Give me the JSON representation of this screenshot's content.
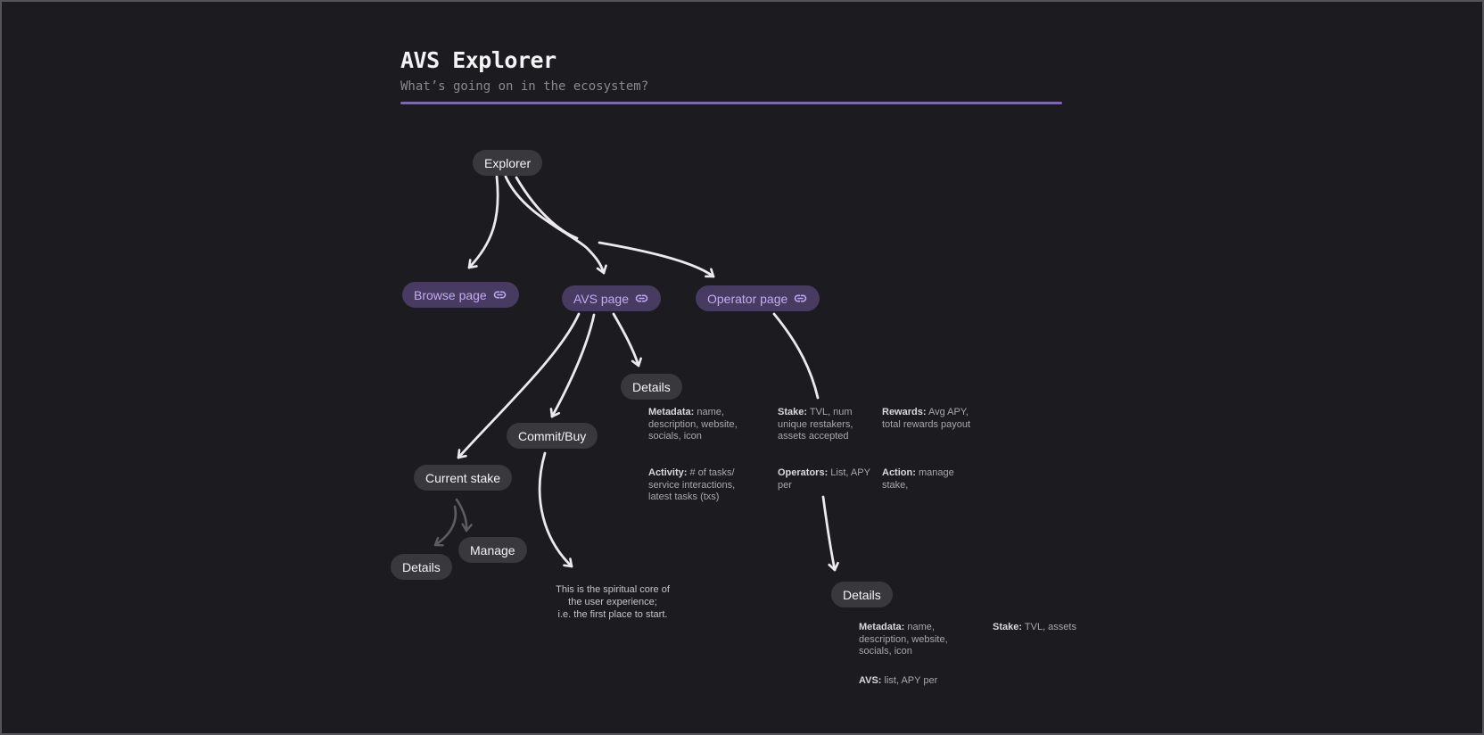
{
  "canvas": {
    "background": "#1c1b1f",
    "border_color": "#56545c"
  },
  "header": {
    "title": "AVS Explorer",
    "subtitle": "What’s going on in the ecosystem?",
    "underline_color": "#7e68ad"
  },
  "nodes": {
    "explorer": {
      "label": "Explorer"
    },
    "browse_page": {
      "label": "Browse page",
      "icon": "link-icon"
    },
    "avs_page": {
      "label": "AVS page",
      "icon": "link-icon"
    },
    "operator_page": {
      "label": "Operator page",
      "icon": "link-icon"
    },
    "avs_details": {
      "label": "Details"
    },
    "commit_buy": {
      "label": "Commit/Buy"
    },
    "current_stake": {
      "label": "Current stake"
    },
    "manage": {
      "label": "Manage"
    },
    "stake_details": {
      "label": "Details"
    },
    "operator_details": {
      "label": "Details"
    }
  },
  "annotations": {
    "avs_metadata": {
      "label": "Metadata:",
      "text": " name,\ndescription, website,\nsocials, icon"
    },
    "avs_activity": {
      "label": "Activity:",
      "text": " # of tasks/\nservice interactions,\nlatest tasks (txs)"
    },
    "avs_stake": {
      "label": "Stake:",
      "text": " TVL, num\nunique restakers,\nassets accepted"
    },
    "avs_operators": {
      "label": "Operators:",
      "text": " List, APY\nper"
    },
    "avs_rewards": {
      "label": "Rewards:",
      "text": " Avg APY,\ntotal rewards payout"
    },
    "avs_action": {
      "label": "Action:",
      "text": " manage\nstake,"
    },
    "op_metadata": {
      "label": "Metadata:",
      "text": " name,\ndescription, website,\nsocials, icon"
    },
    "op_stake": {
      "label": "Stake:",
      "text": " TVL, assets"
    },
    "op_avs": {
      "label": "AVS:",
      "text": " list, APY per"
    },
    "note": {
      "text": "This is the spiritual core of\nthe user experience;\ni.e. the first place to start."
    }
  },
  "colors": {
    "node_dark_bg": "#39383d",
    "node_dark_text": "#f4f4f5",
    "node_link_bg": "#473b61",
    "node_link_text": "#c2aaf2",
    "arrow_white": "#eceaed",
    "arrow_gray": "#5d5c62",
    "annotation_text": "#a9a8ae",
    "annotation_label": "#d9d8dc",
    "note_text": "#c6c5c9"
  }
}
